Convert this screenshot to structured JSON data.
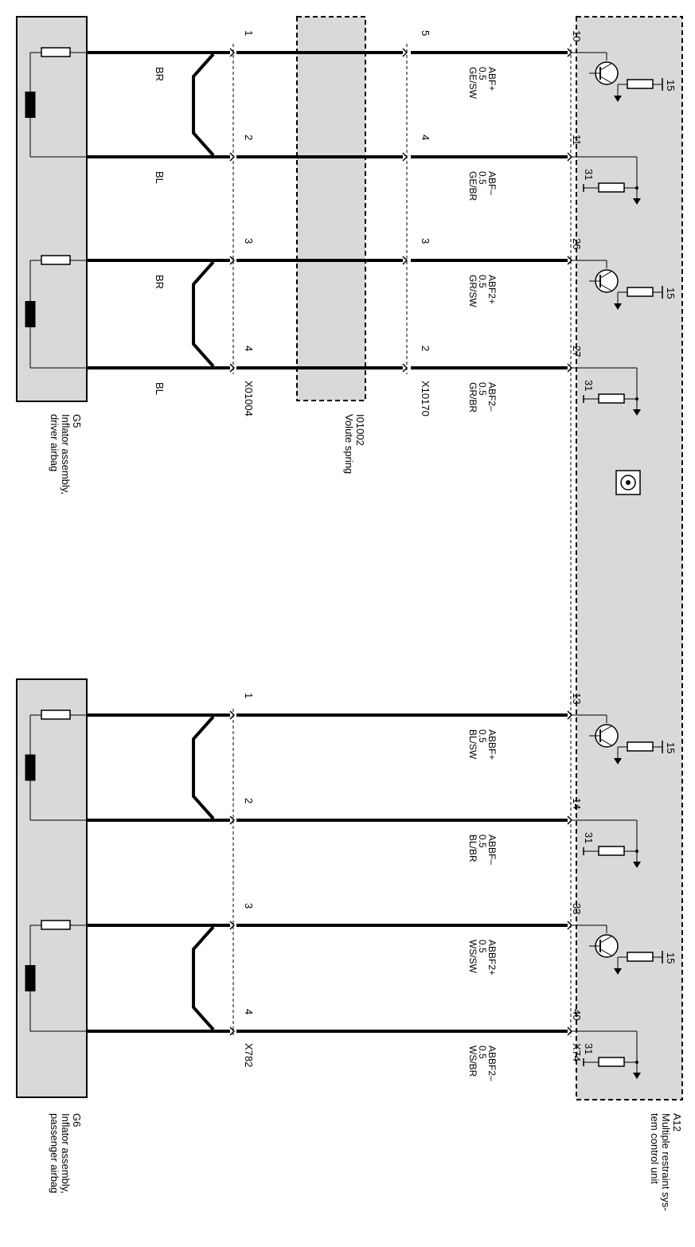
{
  "components": {
    "g5": {
      "id": "G5",
      "name": "Inflator assembly, driver airbag"
    },
    "g6": {
      "id": "G6",
      "name": "Inflator assembly, passenger airbag"
    },
    "i01002": {
      "id": "I01002",
      "name": "Volute spring"
    },
    "a12": {
      "id": "A12",
      "name": "Multiple restraint sys-tem control unit"
    }
  },
  "connectors": {
    "x01004": "X01004",
    "x10170": "X10170",
    "x782": "X782",
    "x74": "X74"
  },
  "driver_circuits": [
    {
      "inflator_color": "BR",
      "x01004_pin": "1",
      "x10170_pin": "5",
      "a12_pin": "10",
      "signal": "ABF+",
      "gauge": "0.5",
      "color": "GE/SW",
      "ecu_side": "transistor",
      "ecu_label": "15"
    },
    {
      "inflator_color": "BL",
      "x01004_pin": "2",
      "x10170_pin": "4",
      "a12_pin": "11",
      "signal": "ABF–",
      "gauge": "0.5",
      "color": "GE/BR",
      "ecu_side": "ground",
      "ecu_label": "31"
    },
    {
      "inflator_color": "BR",
      "x01004_pin": "3",
      "x10170_pin": "3",
      "a12_pin": "26",
      "signal": "ABF2+",
      "gauge": "0.5",
      "color": "GR/SW",
      "ecu_side": "transistor",
      "ecu_label": "15"
    },
    {
      "inflator_color": "BL",
      "x01004_pin": "4",
      "x10170_pin": "2",
      "a12_pin": "27",
      "signal": "ABF2–",
      "gauge": "0.5",
      "color": "GR/BR",
      "ecu_side": "ground",
      "ecu_label": "31"
    }
  ],
  "passenger_circuits": [
    {
      "x782_pin": "1",
      "a12_pin": "13",
      "signal": "ABBF+",
      "gauge": "0.5",
      "color": "BL/SW",
      "ecu_side": "transistor",
      "ecu_label": "15"
    },
    {
      "x782_pin": "2",
      "a12_pin": "14",
      "signal": "ABBF–",
      "gauge": "0.5",
      "color": "BL/BR",
      "ecu_side": "ground",
      "ecu_label": "31"
    },
    {
      "x782_pin": "3",
      "a12_pin": "33",
      "signal": "ABBF2+",
      "gauge": "0.5",
      "color": "WS/SW",
      "ecu_side": "transistor",
      "ecu_label": "15"
    },
    {
      "x782_pin": "4",
      "a12_pin": "40",
      "signal": "ABBF2–",
      "gauge": "0.5",
      "color": "WS/BR",
      "ecu_side": "ground",
      "ecu_label": "31"
    }
  ],
  "colors": {
    "box_fill": "#d9d9d9",
    "line": "#000000",
    "background": "#ffffff"
  }
}
